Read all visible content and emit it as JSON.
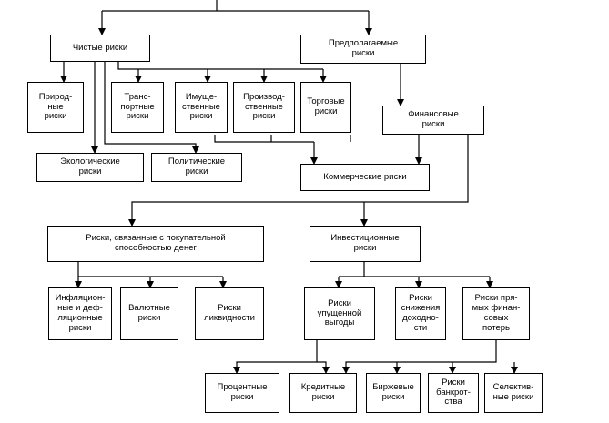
{
  "nodes": {
    "pure": "Чистые риски",
    "speculative": "Предполагаемые\nриски",
    "natural": "Природ-\nные\nриски",
    "transport": "Транс-\nпортные\nриски",
    "property": "Имуще-\nственные\nриски",
    "production": "Производ-\nственные\nриски",
    "trade": "Торговые\nриски",
    "ecological": "Экологические\nриски",
    "political": "Политические\nриски",
    "financial": "Финансовые\nриски",
    "commercial": "Коммерческие риски",
    "purchasing_power": "Риски, связанные с покупательной\nспособностью денег",
    "investment": "Инвестиционные\nриски",
    "inflation": "Инфляцион-\nные и деф-\nляционные\nриски",
    "currency": "Валютные\nриски",
    "liquidity": "Риски\nликвидности",
    "lost_profit": "Риски\nупущенной\nвыгоды",
    "income_decrease": "Риски\nснижения\nдоходно-\nсти",
    "direct_loss": "Риски пря-\nмых финан-\nсовых\nпотерь",
    "interest": "Процентные\nриски",
    "credit": "Кредитные\nриски",
    "exchange": "Биржевые\nриски",
    "bankruptcy": "Риски\nбанкрот-\nства",
    "selective": "Селектив-\nные риски"
  }
}
